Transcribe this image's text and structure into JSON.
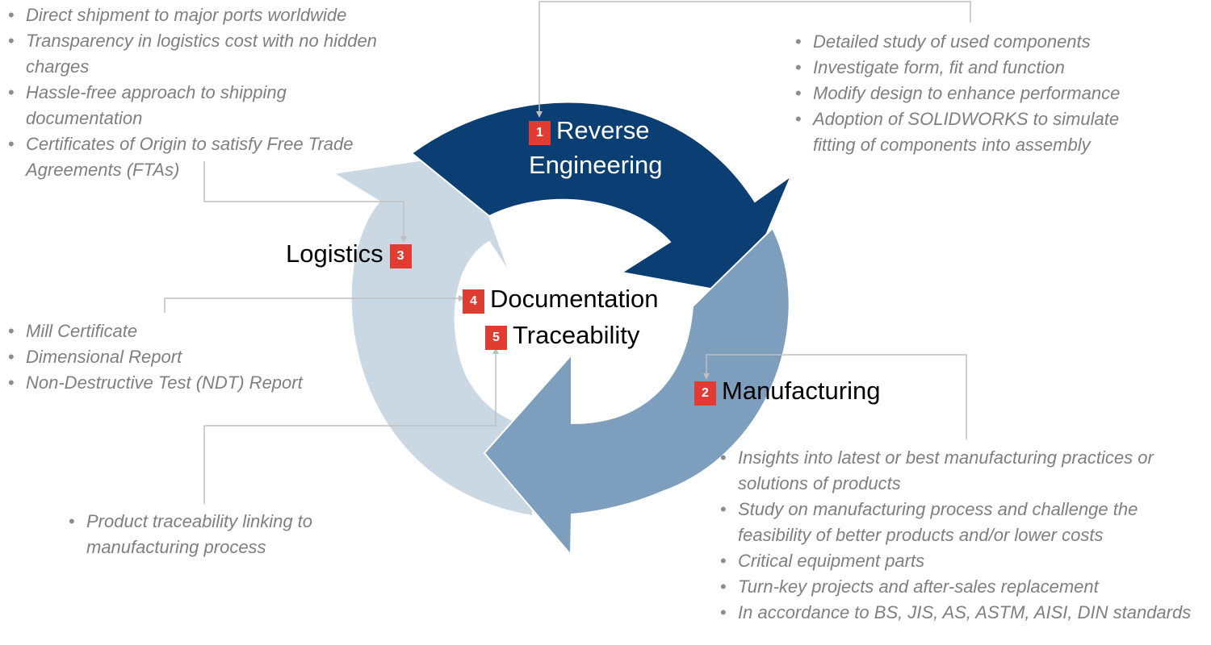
{
  "colors": {
    "reverse_engineering": "#0b3f73",
    "manufacturing": "#7d9fbd",
    "logistics": "#cad8e4",
    "number_badge": "#e03c31",
    "connector": "#bfbfbf",
    "bullet_text": "#7f7f7f"
  },
  "stages": [
    {
      "number": "1",
      "title_line1": "Reverse",
      "title_line2": "Engineering"
    },
    {
      "number": "2",
      "title": "Manufacturing"
    },
    {
      "number": "3",
      "title": "Logistics"
    },
    {
      "number": "4",
      "title": "Documentation"
    },
    {
      "number": "5",
      "title": "Traceability"
    }
  ],
  "reverse_engineering_points": [
    "Detailed study of used components",
    "Investigate form, fit and function",
    "Modify design to enhance performance",
    "Adoption of SOLIDWORKS to simulate fitting of components into assembly"
  ],
  "manufacturing_points": [
    "Insights into latest or best manufacturing practices or solutions of products",
    "Study on manufacturing process and challenge the feasibility of better products and/or lower costs",
    "Critical equipment parts",
    "Turn-key projects and after-sales replacement",
    "In accordance to BS, JIS, AS, ASTM, AISI, DIN standards"
  ],
  "logistics_points": [
    "Direct shipment to major ports worldwide",
    "Transparency in logistics cost with no hidden charges",
    "Hassle-free approach to shipping documentation",
    "Certificates of Origin to satisfy Free Trade Agreements (FTAs)"
  ],
  "documentation_points": [
    "Mill Certificate",
    "Dimensional Report",
    "Non-Destructive Test (NDT) Report"
  ],
  "traceability_points": [
    "Product traceability linking to manufacturing process"
  ]
}
